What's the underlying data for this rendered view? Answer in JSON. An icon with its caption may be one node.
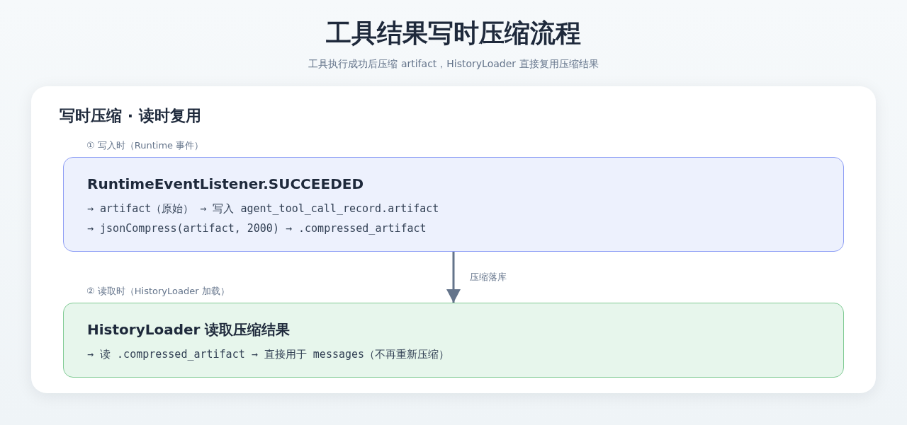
{
  "diagram": {
    "title": "工具结果写时压缩流程",
    "nodes": [
      {
        "text": [
          "写时压缩 · 读时复用"
        ]
      },
      {
        "text": [
          "RuntimeEventListener.SUCCEEDED",
          "→ artifact（原始） → 写入 agent_tool_call_record.artifact",
          "→ jsonCompress(artifact, 2000) → .compressed_artifact"
        ],
        "in": 0,
        "beside": [
          "① 写入时（Runtime 事件）"
        ]
      },
      {
        "text": [
          "HistoryLoader 读取压缩结果",
          "→ 读 .compressed_artifact → 直接用于 messages（不再重新压缩）"
        ],
        "in": 0,
        "beside": [
          "② 读取时（HistoryLoader 加载）"
        ]
      }
    ],
    "edges": [
      {
        "from": 1,
        "to": 2,
        "arrow": "to",
        "label": "压缩落库"
      }
    ],
    "labels": [
      "工具执行成功后压缩 artifact，HistoryLoader 直接复用压缩结果"
    ]
  }
}
